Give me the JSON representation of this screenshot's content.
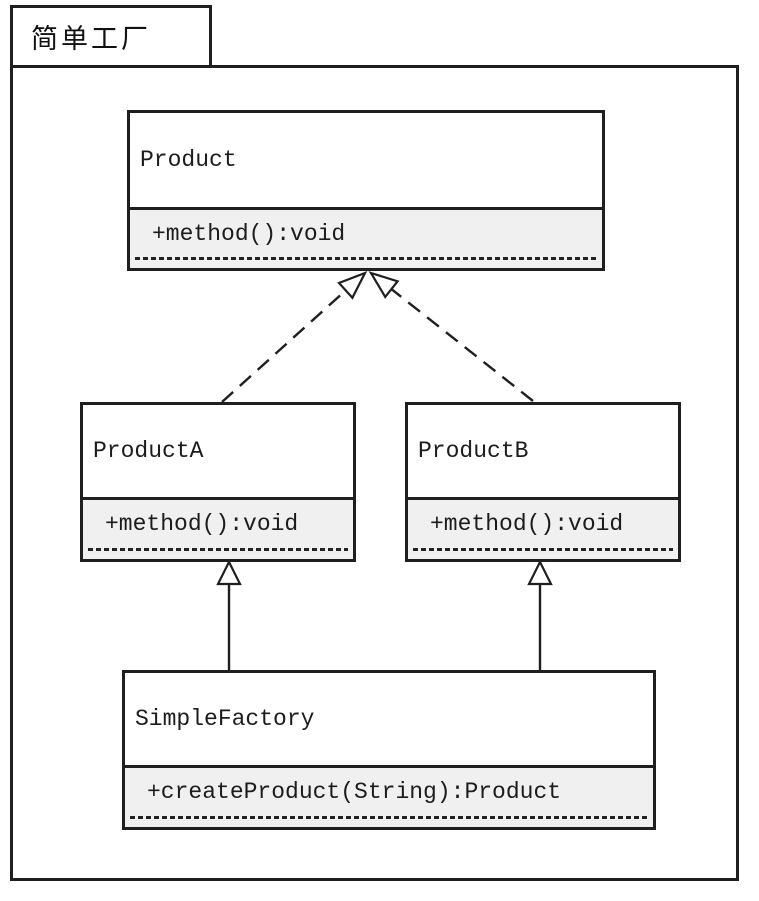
{
  "diagram_type": "uml-class-diagram",
  "package": {
    "title": "简单工厂"
  },
  "classes": [
    {
      "name": "Product",
      "methods": [
        "+method():void"
      ]
    },
    {
      "name": "ProductA",
      "methods": [
        "+method():void"
      ]
    },
    {
      "name": "ProductB",
      "methods": [
        "+method():void"
      ]
    },
    {
      "name": "SimpleFactory",
      "methods": [
        "+createProduct(String):Product"
      ]
    }
  ],
  "relations": [
    {
      "from": "ProductA",
      "to": "Product",
      "type": "realization",
      "line": "dashed",
      "arrowhead": "hollow-triangle"
    },
    {
      "from": "ProductB",
      "to": "Product",
      "type": "realization",
      "line": "dashed",
      "arrowhead": "hollow-triangle"
    },
    {
      "from": "SimpleFactory",
      "to": "ProductA",
      "type": "generalization",
      "line": "solid",
      "arrowhead": "hollow-triangle"
    },
    {
      "from": "SimpleFactory",
      "to": "ProductB",
      "type": "generalization",
      "line": "solid",
      "arrowhead": "hollow-triangle"
    }
  ],
  "colors": {
    "line": "#1f1f1f",
    "compartment_fill": "#f0f0f0",
    "background": "#ffffff"
  }
}
